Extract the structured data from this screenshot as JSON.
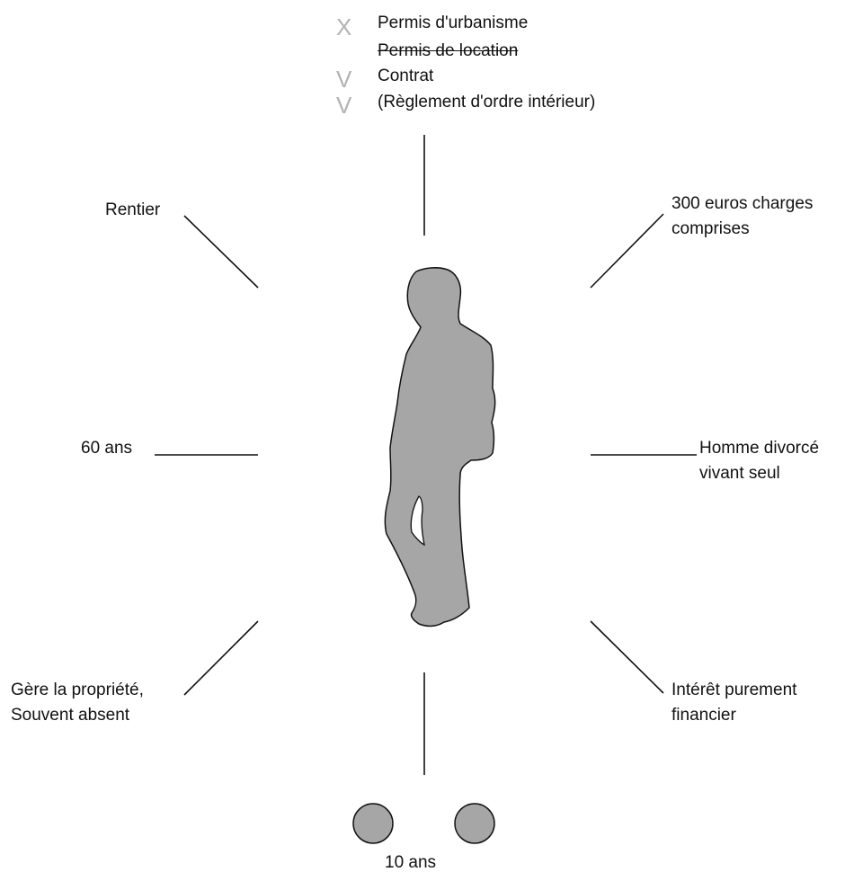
{
  "colors": {
    "silhouette": "#a6a6a6",
    "mark": "#b3b3b3",
    "line": "#111111",
    "dot": "#a6a6a6"
  },
  "checklist": [
    {
      "mark": "X",
      "mark_icon": "cross-icon",
      "label": "Permis d'urbanisme",
      "struck": false
    },
    {
      "mark": "",
      "mark_icon": "",
      "label": "Permis de location",
      "struck": true
    },
    {
      "mark": "V",
      "mark_icon": "check-icon",
      "label": "Contrat",
      "struck": false
    },
    {
      "mark": "V",
      "mark_icon": "check-icon",
      "label": "(Règlement d'ordre intérieur)",
      "struck": false
    }
  ],
  "labels": {
    "upper_left": "Rentier",
    "upper_right_1": "300 euros charges",
    "upper_right_2": "comprises",
    "mid_left": "60 ans",
    "mid_right_1": "Homme divorcé",
    "mid_right_2": "vivant seul",
    "lower_left_1": "Gère la propriété,",
    "lower_left_2": "Souvent absent",
    "lower_right_1": "Intérêt purement",
    "lower_right_2": "financier",
    "bottom": "10 ans"
  }
}
